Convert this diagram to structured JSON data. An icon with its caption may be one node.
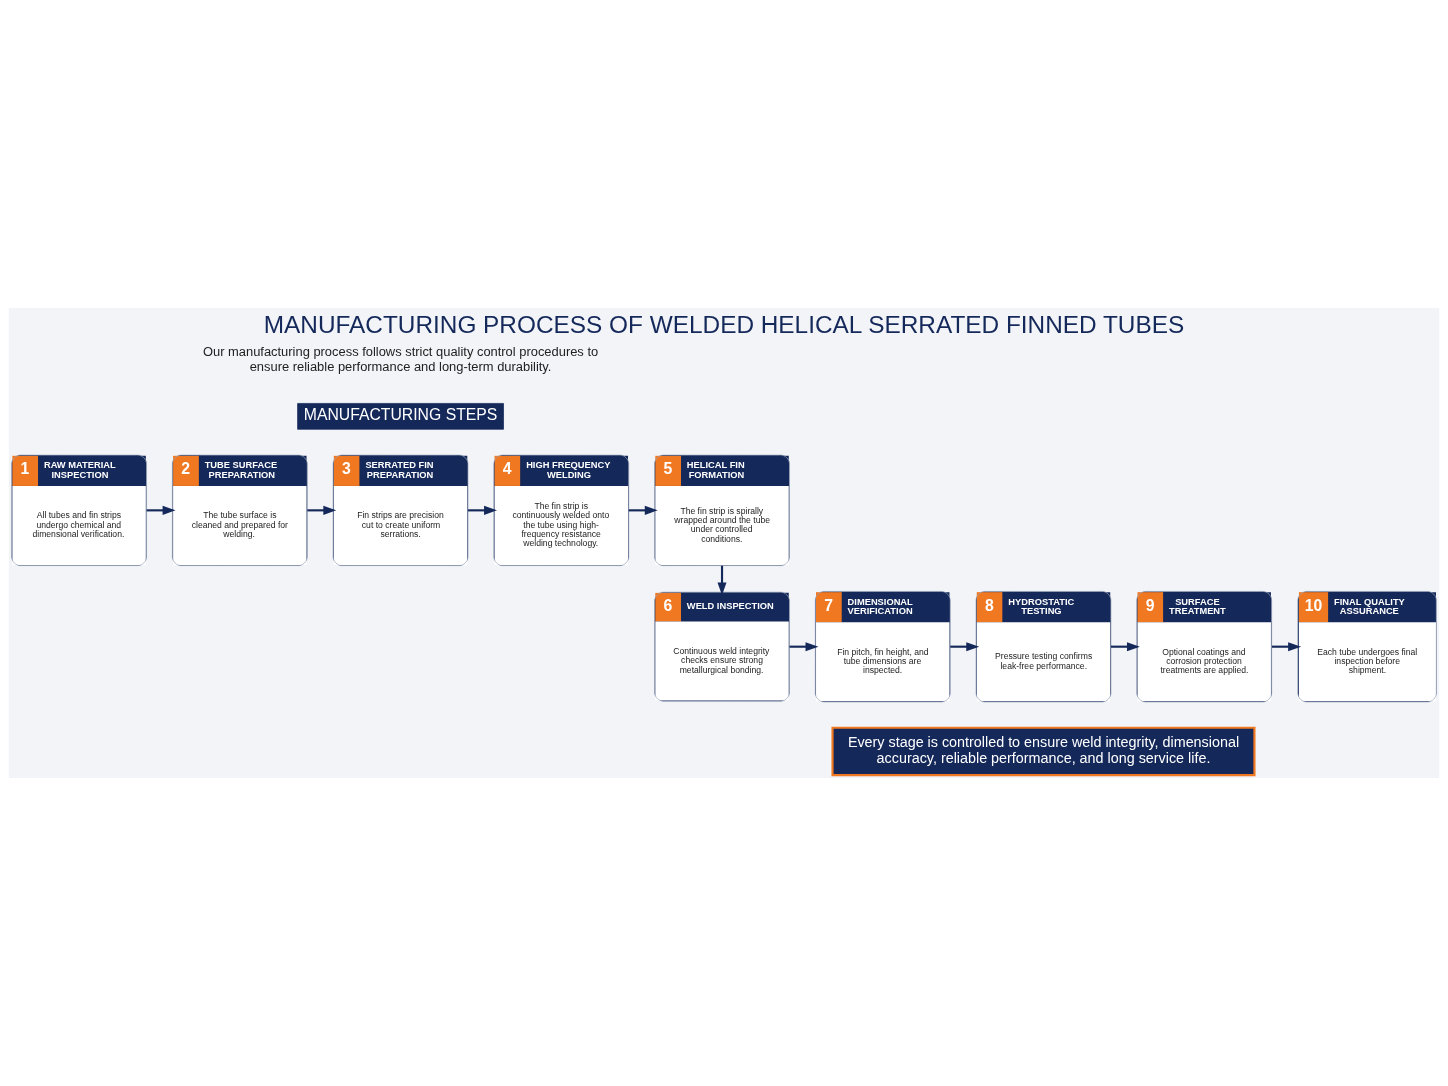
{
  "diagram": {
    "title": "MANUFACTURING PROCESS OF WELDED HELICAL SERRATED FINNED TUBES",
    "nodes": [
      {
        "text": [
          "1",
          "RAW MATERIAL INSPECTION",
          "All tubes and fin strips undergo chemical and dimensional verification."
        ]
      },
      {
        "text": [
          "2",
          "TUBE SURFACE PREPARATION",
          "The tube surface is cleaned and prepared for welding."
        ]
      },
      {
        "text": [
          "3",
          "SERRATED FIN PREPARATION",
          "Fin strips are precision cut to create uniform serrations."
        ]
      },
      {
        "text": [
          "4",
          "HIGH FREQUENCY WELDING",
          "The fin strip is continuously welded onto the tube using high-frequency resistance welding technology."
        ]
      },
      {
        "text": [
          "5",
          "HELICAL FIN FORMATION",
          "The fin strip is spirally wrapped around the tube under controlled conditions."
        ]
      },
      {
        "text": [
          "6",
          "WELD INSPECTION",
          "Continuous weld integrity checks ensure strong metallurgical bonding."
        ]
      },
      {
        "text": [
          "7",
          "DIMENSIONAL VERIFICATION",
          "Fin pitch, fin height, and tube dimensions are inspected."
        ]
      },
      {
        "text": [
          "8",
          "HYDROSTATIC TESTING",
          "Pressure testing confirms leak-free performance."
        ]
      },
      {
        "text": [
          "9",
          "SURFACE TREATMENT",
          "Optional coatings and corrosion protection treatments are applied."
        ]
      },
      {
        "text": [
          "10",
          "FINAL QUALITY ASSURANCE",
          "Each tube undergoes final inspection before shipment."
        ]
      }
    ],
    "edges": [
      {
        "from": 0,
        "to": 1,
        "arrow": "to"
      },
      {
        "from": 1,
        "to": 2,
        "arrow": "to"
      },
      {
        "from": 2,
        "to": 3,
        "arrow": "to"
      },
      {
        "from": 3,
        "to": 4,
        "arrow": "to"
      },
      {
        "from": 4,
        "to": 5,
        "arrow": "to"
      },
      {
        "from": 5,
        "to": 6,
        "arrow": "to"
      },
      {
        "from": 6,
        "to": 7,
        "arrow": "to"
      },
      {
        "from": 7,
        "to": 8,
        "arrow": "to"
      },
      {
        "from": 8,
        "to": 9,
        "arrow": "to"
      }
    ],
    "labels": [
      "Our manufacturing process follows strict quality control procedures to ensure reliable performance and long-term durability.",
      "MANUFACTURING STEPS",
      "Every stage is controlled to ensure weld integrity, dimensional accuracy, reliable performance, and long service life."
    ]
  }
}
